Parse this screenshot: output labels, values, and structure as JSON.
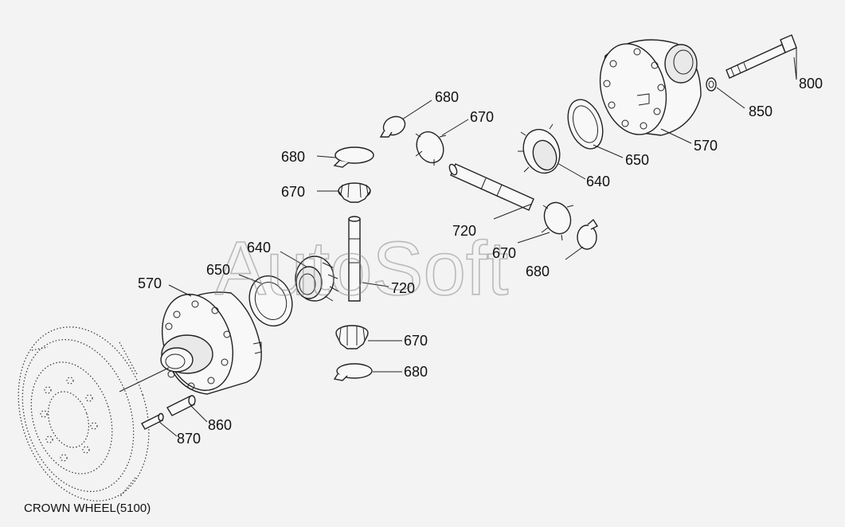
{
  "labels": {
    "l800": "800",
    "l850": "850",
    "l570_top": "570",
    "l650_top": "650",
    "l640_top": "640",
    "l680_top": "680",
    "l670_top": "670",
    "l680_left": "680",
    "l670_left": "670",
    "l720_mid": "720",
    "l670_mid": "670",
    "l680_mid": "680",
    "l640_left": "640",
    "l650_left": "650",
    "l570_left": "570",
    "l720_left": "720",
    "l670_bot": "670",
    "l680_bot": "680",
    "l860": "860",
    "l870": "870"
  },
  "caption": "CROWN WHEEL(5100)",
  "watermark": "AutoSoft"
}
